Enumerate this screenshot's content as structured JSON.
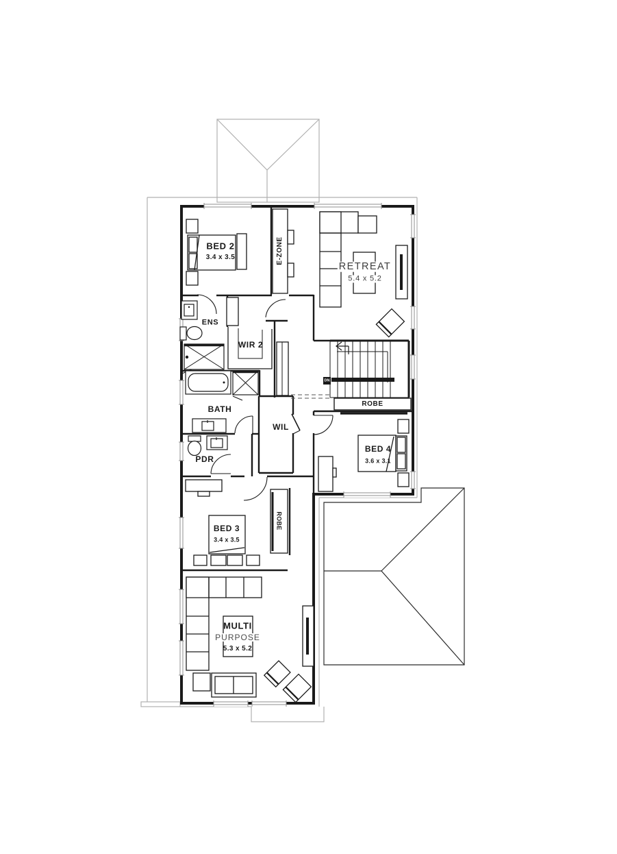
{
  "plan": {
    "rooms": {
      "bed2": {
        "name": "BED 2",
        "dims": "3.4 x 3.5"
      },
      "ezone": {
        "name": "E-ZONE"
      },
      "retreat": {
        "name": "RETREAT",
        "dims": "5.4 x 5.2"
      },
      "ens": {
        "name": "ENS"
      },
      "wir2": {
        "name": "WIR 2"
      },
      "bath": {
        "name": "BATH"
      },
      "wil": {
        "name": "WIL"
      },
      "pdr": {
        "name": "PDR"
      },
      "robe_hall": {
        "name": "ROBE"
      },
      "bed4": {
        "name": "BED 4",
        "dims": "3.6 x 3.1"
      },
      "bed3": {
        "name": "BED 3",
        "dims": "3.4 x 3.5"
      },
      "robe_bed3": {
        "name": "ROBE"
      },
      "multi": {
        "line1": "MULTI",
        "line2": "PURPOSE",
        "dims": "5.3 x 5.2"
      }
    },
    "stairs": {
      "down_label": "DN"
    },
    "colors": {
      "wall": "#1a1a1a",
      "eave": "#b0b0b0",
      "glass": "#8f8f8f",
      "roof": "#2b2b2b",
      "paper": "#ffffff"
    }
  }
}
